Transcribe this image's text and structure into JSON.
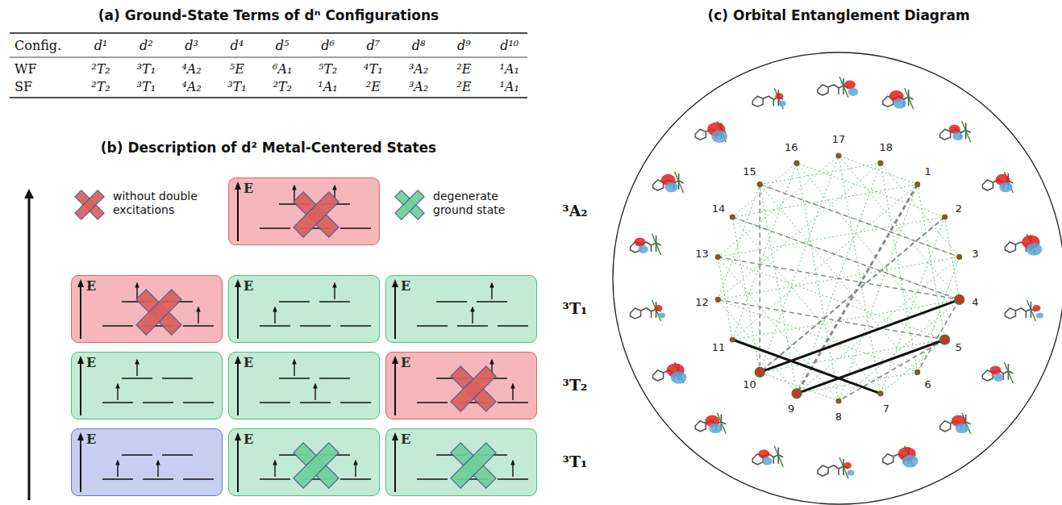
{
  "diagram": {
    "nodes": [
      {
        "text": [
          "E"
        ]
      },
      {
        "text": [
          "E"
        ]
      },
      {
        "text": [
          "E"
        ]
      },
      {
        "text": [
          "E"
        ]
      },
      {
        "text": [
          "E"
        ]
      },
      {
        "text": [
          "E"
        ]
      },
      {
        "text": [
          "E"
        ]
      },
      {
        "text": [
          "E"
        ]
      },
      {
        "text": [
          "E"
        ]
      },
      {
        "text": [
          "E"
        ]
      }
    ],
    "labels": [
      "(a) Ground-State Terms of dⁿ Configurations",
      "Config.",
      "d¹",
      "d²",
      "d³",
      "d⁴",
      "d⁵",
      "d⁶",
      "d⁷",
      "d⁸",
      "d⁹",
      "d¹⁰",
      "WF",
      "²T₂",
      "³T₁",
      "⁴A₂",
      "⁵E",
      "⁶A₁",
      "⁵T₂",
      "⁴T₁",
      "³A₂",
      "²E",
      "¹A₁",
      "SF",
      "²T₂",
      "³T₁",
      "⁴A₂",
      "³T₁",
      "²T₂",
      "¹A₁",
      "²E",
      "³A₂",
      "²E",
      "¹A₁",
      "(b) Description of d² Metal-Centered States",
      "³A₂",
      "³T₁",
      "³T₂",
      "³T₁",
      "(c) Orbital Entanglement Diagram",
      "1",
      "2",
      "3",
      "4",
      "5",
      "6",
      "7",
      "8",
      "9",
      "10",
      "11",
      "12",
      "13",
      "14",
      "15",
      "16",
      "17",
      "18"
    ],
    "legend": [
      {
        "text": "without double excitations"
      },
      {
        "text": "degenerate ground state"
      }
    ]
  }
}
